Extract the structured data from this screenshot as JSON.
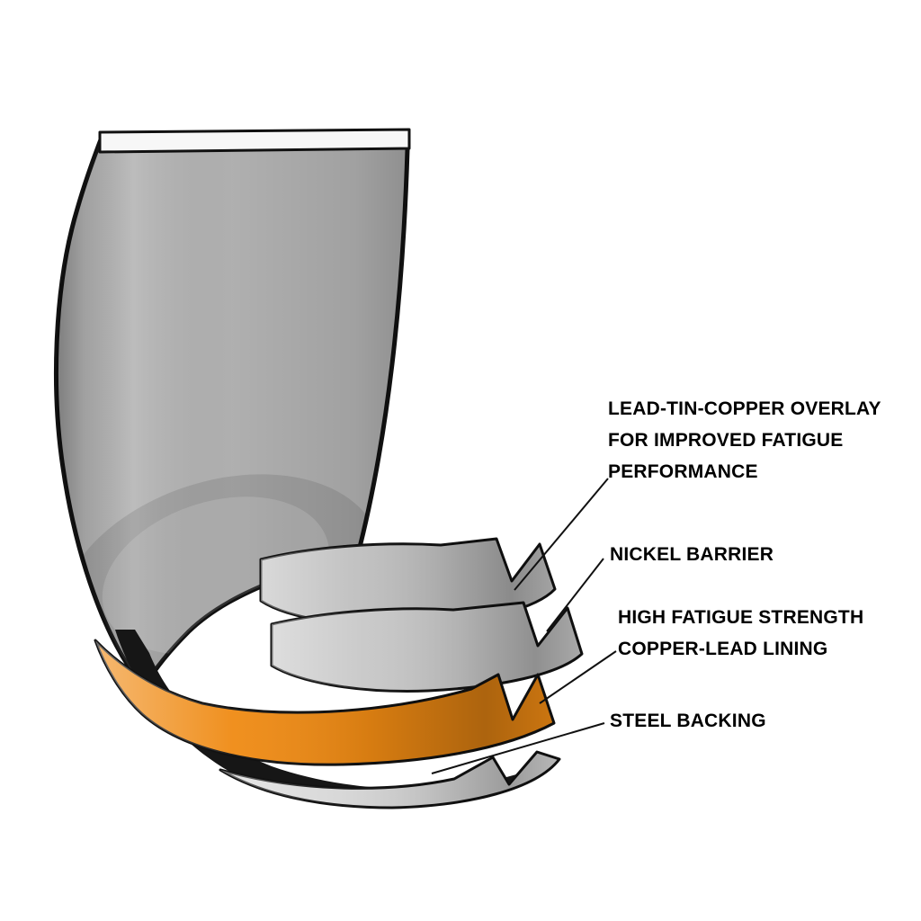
{
  "figure": {
    "kind": "technical-cutaway-diagram",
    "subject": "engine-bearing-layer-construction"
  },
  "colors": {
    "background": "#ffffff",
    "outline": "#111111",
    "shell_gray": "#b3b3b3",
    "top_strip": "#f7f7f7",
    "overlay_layer": "#c0c0c0",
    "nickel_layer": "#c7c7c7",
    "copper_lead_layer": "#ef8a13",
    "steel_layer": "#d8d8d8",
    "shadow": "#161616",
    "label_text": "#000000"
  },
  "annotations": [
    {
      "id": "lead-tin-copper-overlay",
      "text": "LEAD-TIN-COPPER OVERLAY\nFOR IMPROVED FATIGUE\nPERFORMANCE"
    },
    {
      "id": "nickel-barrier",
      "text": "NICKEL BARRIER"
    },
    {
      "id": "copper-lead-lining",
      "text": "HIGH FATIGUE STRENGTH\nCOPPER-LEAD LINING"
    },
    {
      "id": "steel-backing",
      "text": "STEEL BACKING"
    }
  ]
}
